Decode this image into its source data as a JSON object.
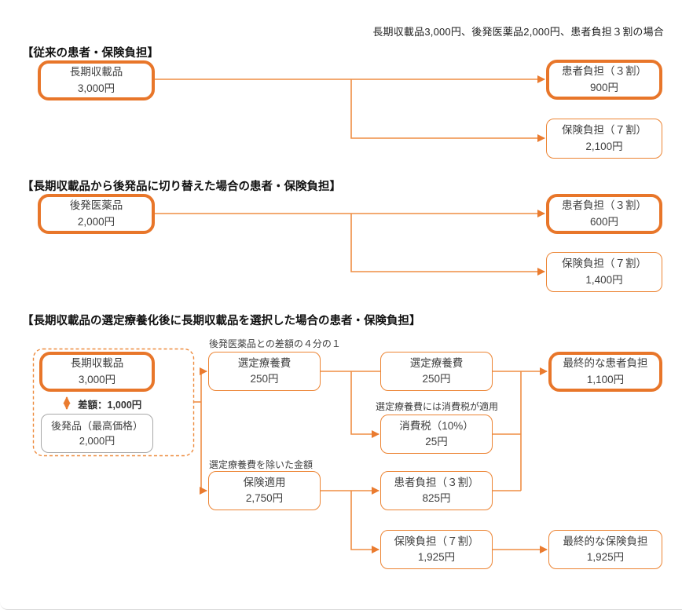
{
  "note_top": "長期収載品3,000円、後発医薬品2,000円、患者負担３割の場合",
  "colors": {
    "accent_thick_border": "#e8762a",
    "accent_thin_border": "#ec8433",
    "connector_line": "#ef8e44",
    "arrowhead": "#ea7b2f",
    "generic_box_border": "#a8a8a8",
    "box_text": "#3f3f3f"
  },
  "section1": {
    "heading": "【従来の患者・保険負担】",
    "source": {
      "label": "長期収載品",
      "amount": "3,000円"
    },
    "patient": {
      "label": "患者負担（３割）",
      "amount": "900円"
    },
    "insurer": {
      "label": "保険負担（７割）",
      "amount": "2,100円"
    }
  },
  "section2": {
    "heading": "【長期収載品から後発品に切り替えた場合の患者・保険負担】",
    "source": {
      "label": "後発医薬品",
      "amount": "2,000円"
    },
    "patient": {
      "label": "患者負担（３割）",
      "amount": "600円"
    },
    "insurer": {
      "label": "保険負担（７割）",
      "amount": "1,400円"
    }
  },
  "section3": {
    "heading": "【長期収載品の選定療養化後に長期収載品を選択した場合の患者・保険負担】",
    "source": {
      "label": "長期収載品",
      "amount": "3,000円"
    },
    "diff_label": "差額：1,000円",
    "generic": {
      "label": "後発品（最高価格）",
      "amount": "2,000円"
    },
    "note_quarter": "後発医薬品との差額の４分の１",
    "sentei1": {
      "label": "選定療養費",
      "amount": "250円"
    },
    "note_excl": "選定療養費を除いた金額",
    "hoken_tekiyo": {
      "label": "保険適用",
      "amount": "2,750円"
    },
    "sentei2": {
      "label": "選定療養費",
      "amount": "250円"
    },
    "note_tax": "選定療養費には消費税が適用",
    "tax": {
      "label": "消費税（10%）",
      "amount": "25円"
    },
    "patient": {
      "label": "患者負担（３割）",
      "amount": "825円"
    },
    "insurer": {
      "label": "保険負担（７割）",
      "amount": "1,925円"
    },
    "final_patient": {
      "label": "最終的な患者負担",
      "amount": "1,100円"
    },
    "final_insurer": {
      "label": "最終的な保険負担",
      "amount": "1,925円"
    }
  }
}
